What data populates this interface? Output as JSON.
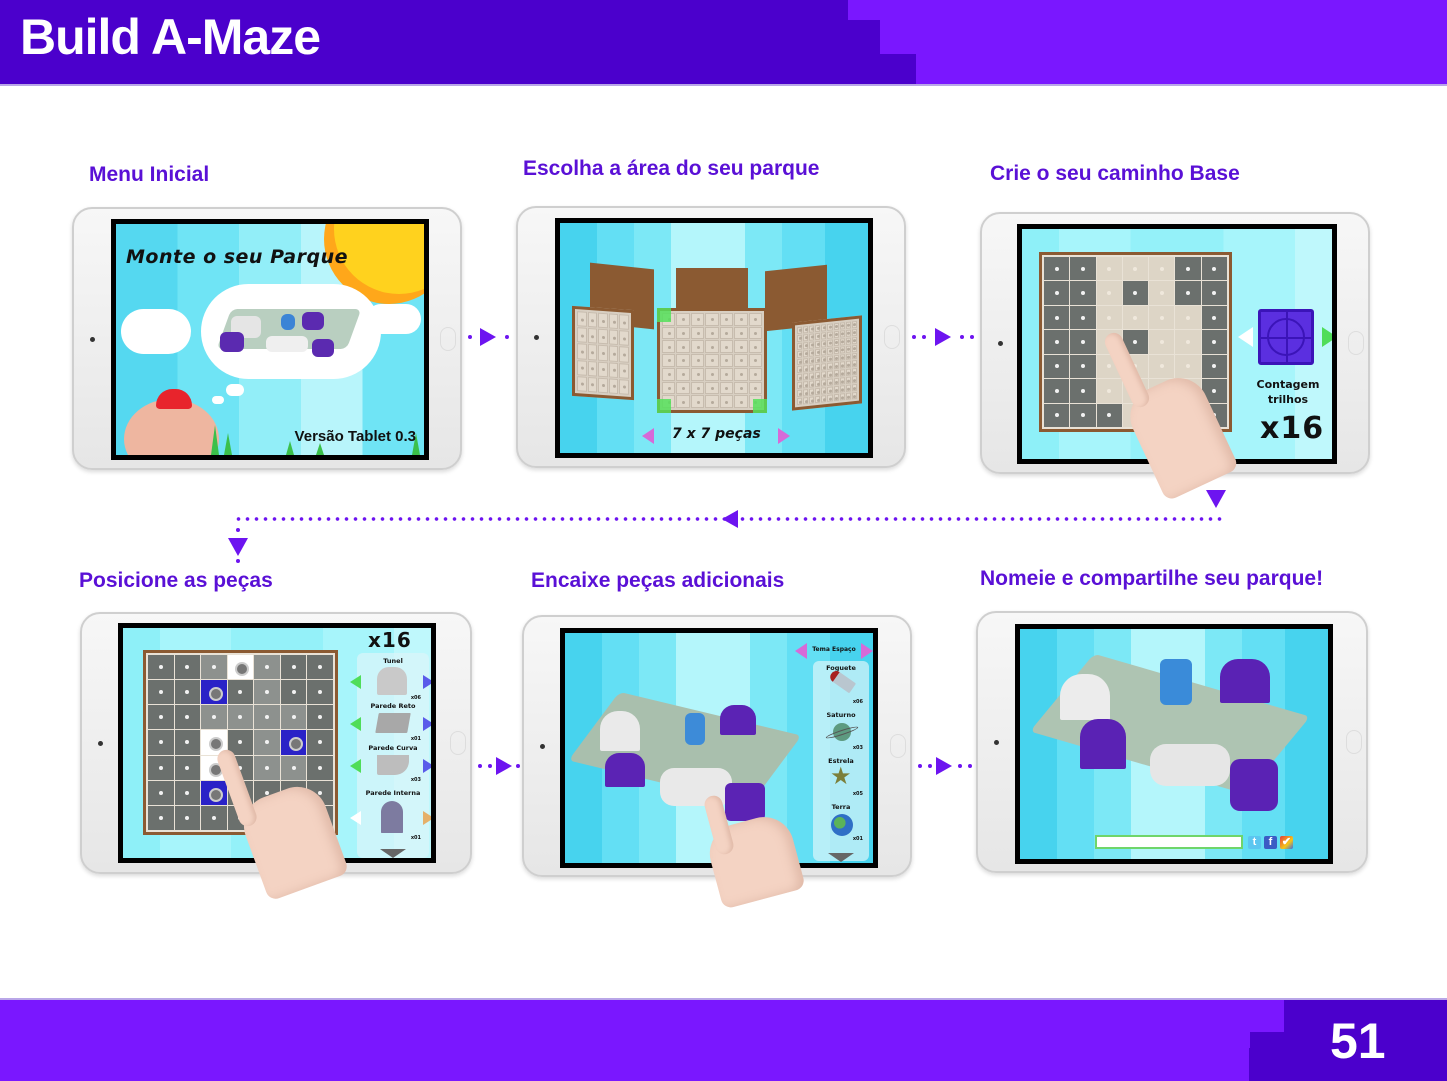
{
  "header": {
    "title": "Build A-Maze"
  },
  "footer": {
    "page_number": "51"
  },
  "colors": {
    "header_dark": "#4b00cc",
    "header_light": "#7a17ff",
    "heading_text": "#5a10d6",
    "connector": "#6d14f0"
  },
  "steps": [
    {
      "title": "Menu Inicial",
      "screen": {
        "game_title": "Monte o seu Parque",
        "version": "Versão Tablet 0.3"
      }
    },
    {
      "title": "Escolha a área do seu parque",
      "screen": {
        "size_label": "7 x 7 peças",
        "prev_icon": "triangle-left",
        "next_icon": "triangle-right"
      }
    },
    {
      "title": "Crie o seu caminho Base",
      "screen": {
        "counter_label_1": "Contagem",
        "counter_label_2": "trilhos",
        "counter_value": "x16"
      }
    },
    {
      "title": "Posicione as peças",
      "screen": {
        "counter_value": "x16",
        "pieces": [
          {
            "name": "Tunel",
            "qty": "x06"
          },
          {
            "name": "Parede Reto",
            "qty": "x01"
          },
          {
            "name": "Parede Curva",
            "qty": "x03"
          },
          {
            "name": "Parede Interna",
            "qty": "x01"
          }
        ]
      }
    },
    {
      "title": "Encaixe peças adicionais",
      "screen": {
        "theme": "Tema Espaço",
        "items": [
          {
            "name": "Foguete",
            "qty": "x06"
          },
          {
            "name": "Saturno",
            "qty": "x03"
          },
          {
            "name": "Estrela",
            "qty": "x05"
          },
          {
            "name": "Terra",
            "qty": "x01"
          }
        ]
      }
    },
    {
      "title": "Nomeie e compartilhe seu parque!",
      "screen": {
        "name_input_value": "",
        "social": [
          {
            "icon": "twitter-icon",
            "glyph": "t",
            "color": "#5bc6f0"
          },
          {
            "icon": "facebook-icon",
            "glyph": "f",
            "color": "#3b5cc4"
          },
          {
            "icon": "share-icon",
            "glyph": "✔",
            "color": "#e43b3b"
          }
        ]
      }
    }
  ]
}
